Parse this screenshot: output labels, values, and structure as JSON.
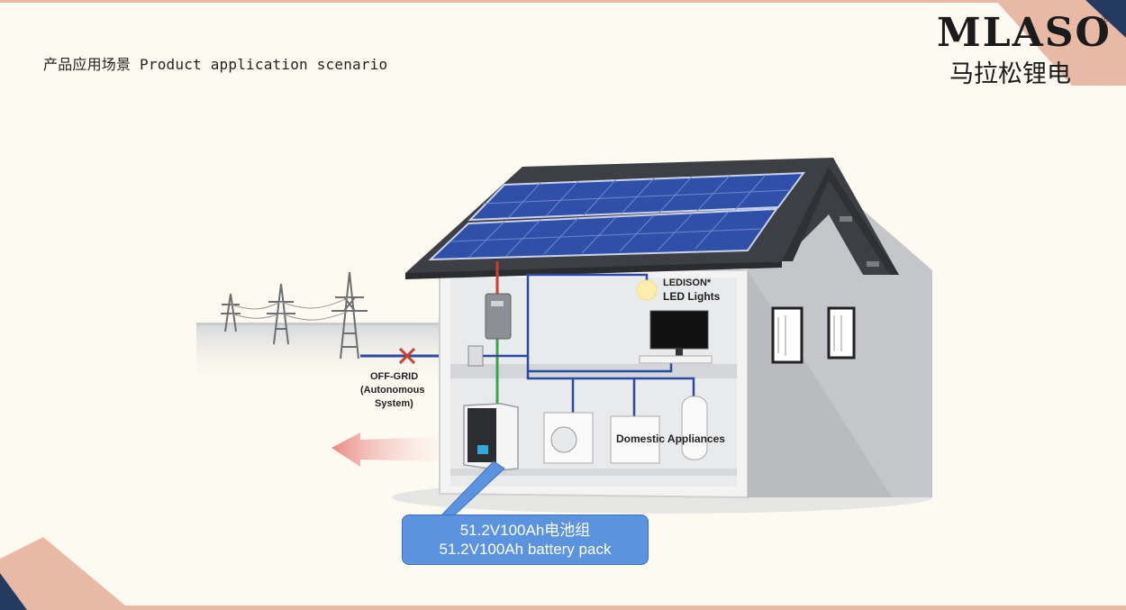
{
  "header": {
    "title": "产品应用场景 Product application scenario"
  },
  "logo": {
    "brand_en": "MLASO",
    "brand_cn": "马拉松锂电",
    "registered_mark": "®"
  },
  "diagram": {
    "off_grid_line1": "OFF-GRID",
    "off_grid_line2": "(Autonomous",
    "off_grid_line3": "System)",
    "lights_line1": "LEDISON*",
    "lights_line2": "LED Lights",
    "appliances_label": "Domestic Appliances"
  },
  "callout": {
    "line_cn": "51.2V100Ah电池组",
    "line_en": "51.2V100Ah battery pack"
  },
  "colors": {
    "accent_peach": "#e8b9a5",
    "navy": "#243a5e",
    "callout_blue": "#5b93df",
    "panel_blue": "#2f4fa8",
    "wire_blue": "#2b4aa0",
    "wire_red": "#d23a2e",
    "wire_green": "#3aa64a"
  }
}
